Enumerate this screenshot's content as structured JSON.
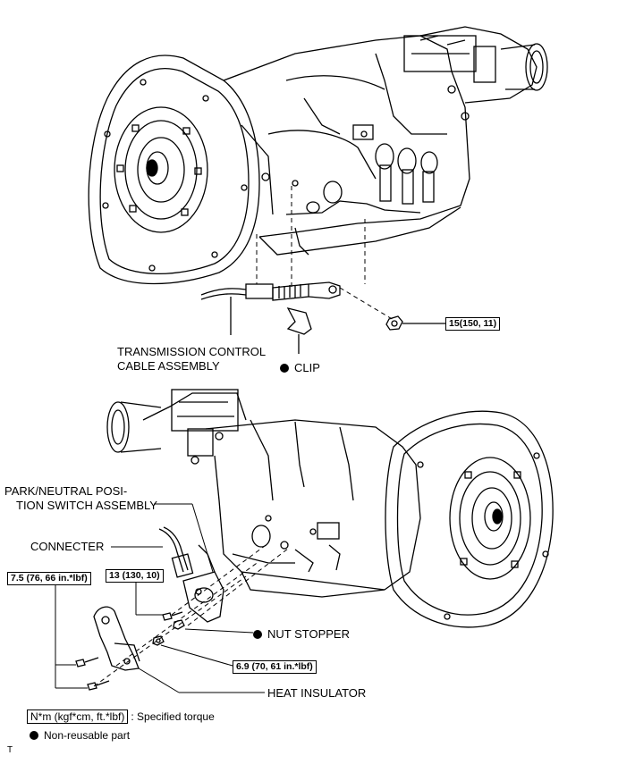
{
  "labels": {
    "cable_line1": "TRANSMISSION CONTROL",
    "cable_line2": "CABLE ASSEMBLY",
    "clip": "CLIP",
    "torque_nut": "15(150, 11)",
    "park_line1": "PARK/NEUTRAL POSI-",
    "park_line2": "TION SWITCH ASSEMBLY",
    "connecter": "CONNECTER",
    "torque_switch_bolts": "7.5 (76, 66 in.*lbf)",
    "torque_switch_nut": "13 (130, 10)",
    "nut_stopper": "NUT STOPPER",
    "torque_stopper": "6.9 (70, 61 in.*lbf)",
    "heat_insulator": "HEAT INSULATOR"
  },
  "legend": {
    "unit_box": "N*m (kgf*cm, ft.*lbf)",
    "unit_text": ": Specified torque",
    "nonreusable_text": "Non-reusable part"
  },
  "corner_mark": "T"
}
